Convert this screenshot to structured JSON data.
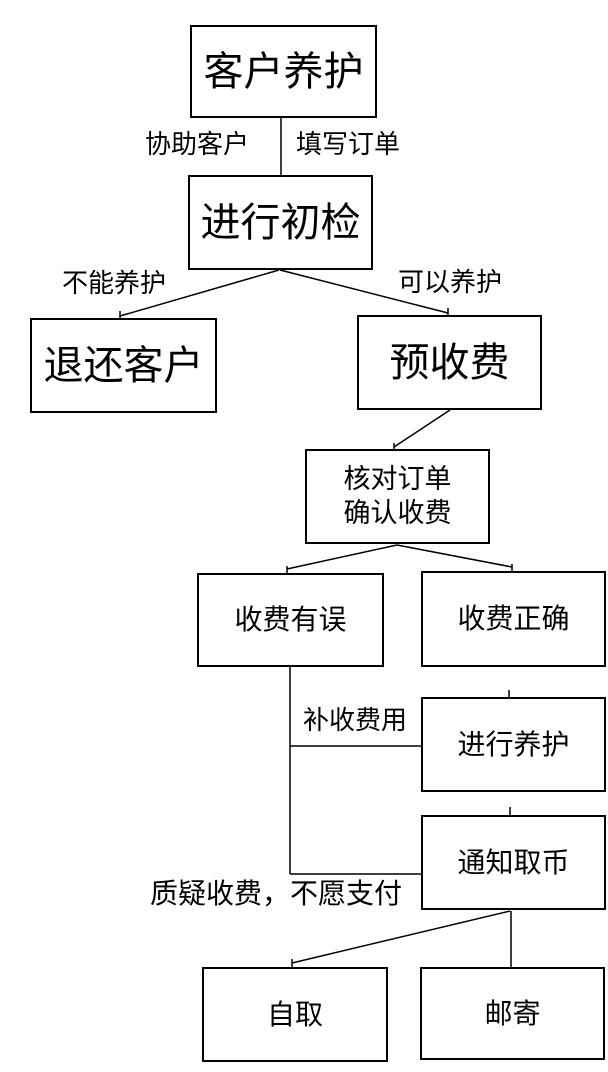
{
  "diagram": {
    "nodes": {
      "customer_care": {
        "label": "客户养护"
      },
      "initial_check": {
        "label": "进行初检"
      },
      "return_customer": {
        "label": "退还客户"
      },
      "pre_charge": {
        "label": "预收费"
      },
      "verify_order": {
        "line1": "核对订单",
        "line2": "确认收费"
      },
      "charge_wrong": {
        "label": "收费有误"
      },
      "charge_correct": {
        "label": "收费正确"
      },
      "do_care": {
        "label": "进行养护"
      },
      "notify_pickup": {
        "label": "通知取币"
      },
      "self_pickup": {
        "label": "自取"
      },
      "mail": {
        "label": "邮寄"
      }
    },
    "edge_labels": {
      "assist_customer": "协助客户",
      "fill_order": "填写订单",
      "cannot_care": "不能养护",
      "can_care": "可以养护",
      "extra_charge": "补收费用",
      "dispute_charge": "质疑收费，不愿支付"
    },
    "colors": {
      "line": "#000000",
      "text": "#000000",
      "background": "#ffffff"
    }
  }
}
